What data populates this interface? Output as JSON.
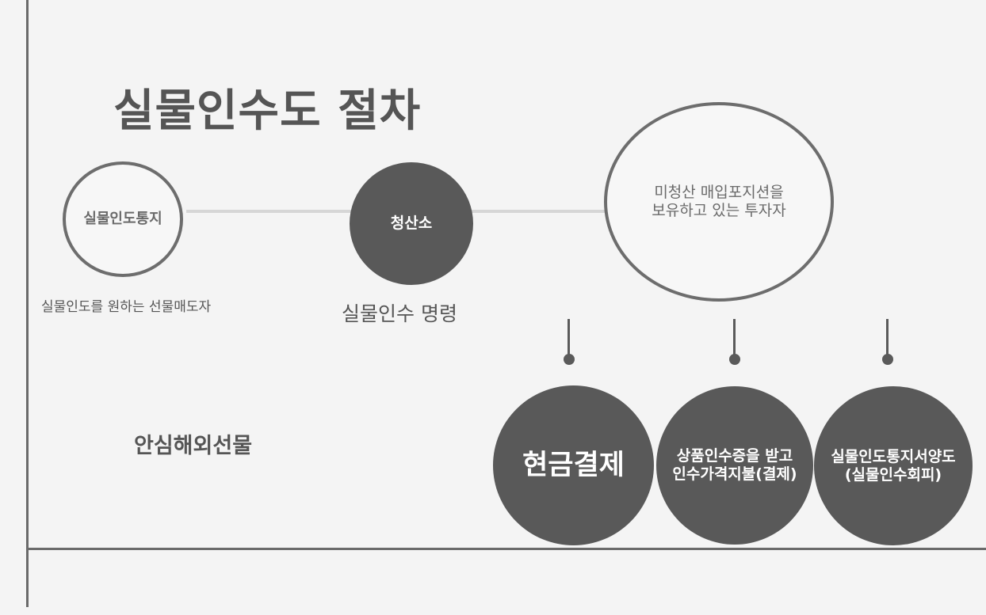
{
  "title": "실물인수도 절차",
  "nodes": {
    "notice": {
      "label": "실물인도통지",
      "caption": "실물인도를 원하는 선물매도자"
    },
    "clearing": {
      "label": "청산소",
      "caption": "실물인수 명령"
    },
    "holder": {
      "label_line1": "미청산 매입포지션을",
      "label_line2": "보유하고 있는 투자자"
    }
  },
  "options": [
    {
      "label": "현금결제"
    },
    {
      "label_line1": "상품인수증을 받고",
      "label_line2": "인수가격지불(결제)"
    },
    {
      "label_line1": "실물인도통지서양도",
      "label_line2": "(실물인수회피)"
    }
  ],
  "brand": "안심해외선물",
  "colors": {
    "dark_fill": "#595959",
    "outline": "#6d6d6d",
    "connector": "#d6d6d6",
    "background": "#f4f4f4"
  }
}
